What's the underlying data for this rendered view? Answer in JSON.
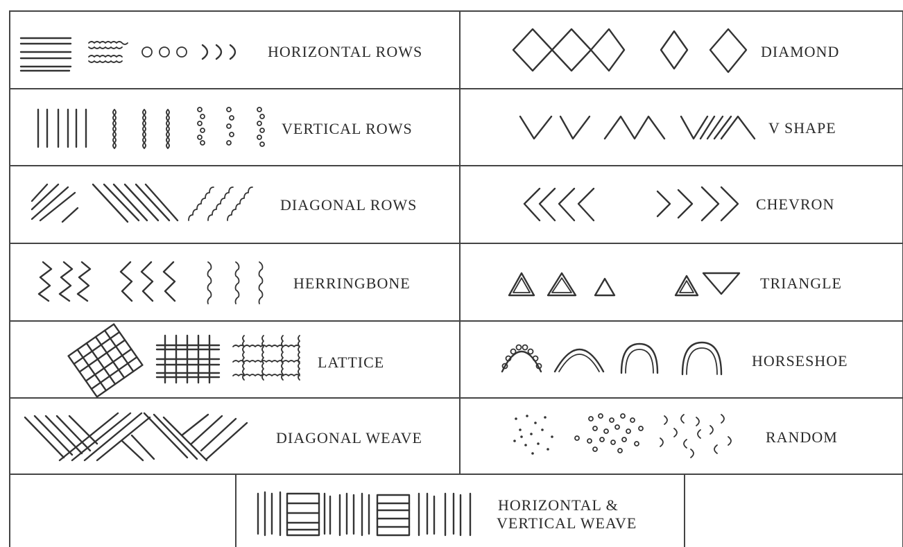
{
  "cells": {
    "horizontal_rows": "HORIZONTAL ROWS",
    "diamond": "DIAMOND",
    "vertical_rows": "VERTICAL ROWS",
    "v_shape": "V SHAPE",
    "diagonal_rows": "DIAGONAL ROWS",
    "chevron": "CHEVRON",
    "herringbone": "HERRINGBONE",
    "triangle": "TRIANGLE",
    "lattice": "LATTICE",
    "horseshoe": "HORSESHOE",
    "diagonal_weave": "DIAGONAL WEAVE",
    "random": "RANDOM",
    "hv_weave_line1": "HORIZONTAL &",
    "hv_weave_line2": "VERTICAL WEAVE"
  }
}
